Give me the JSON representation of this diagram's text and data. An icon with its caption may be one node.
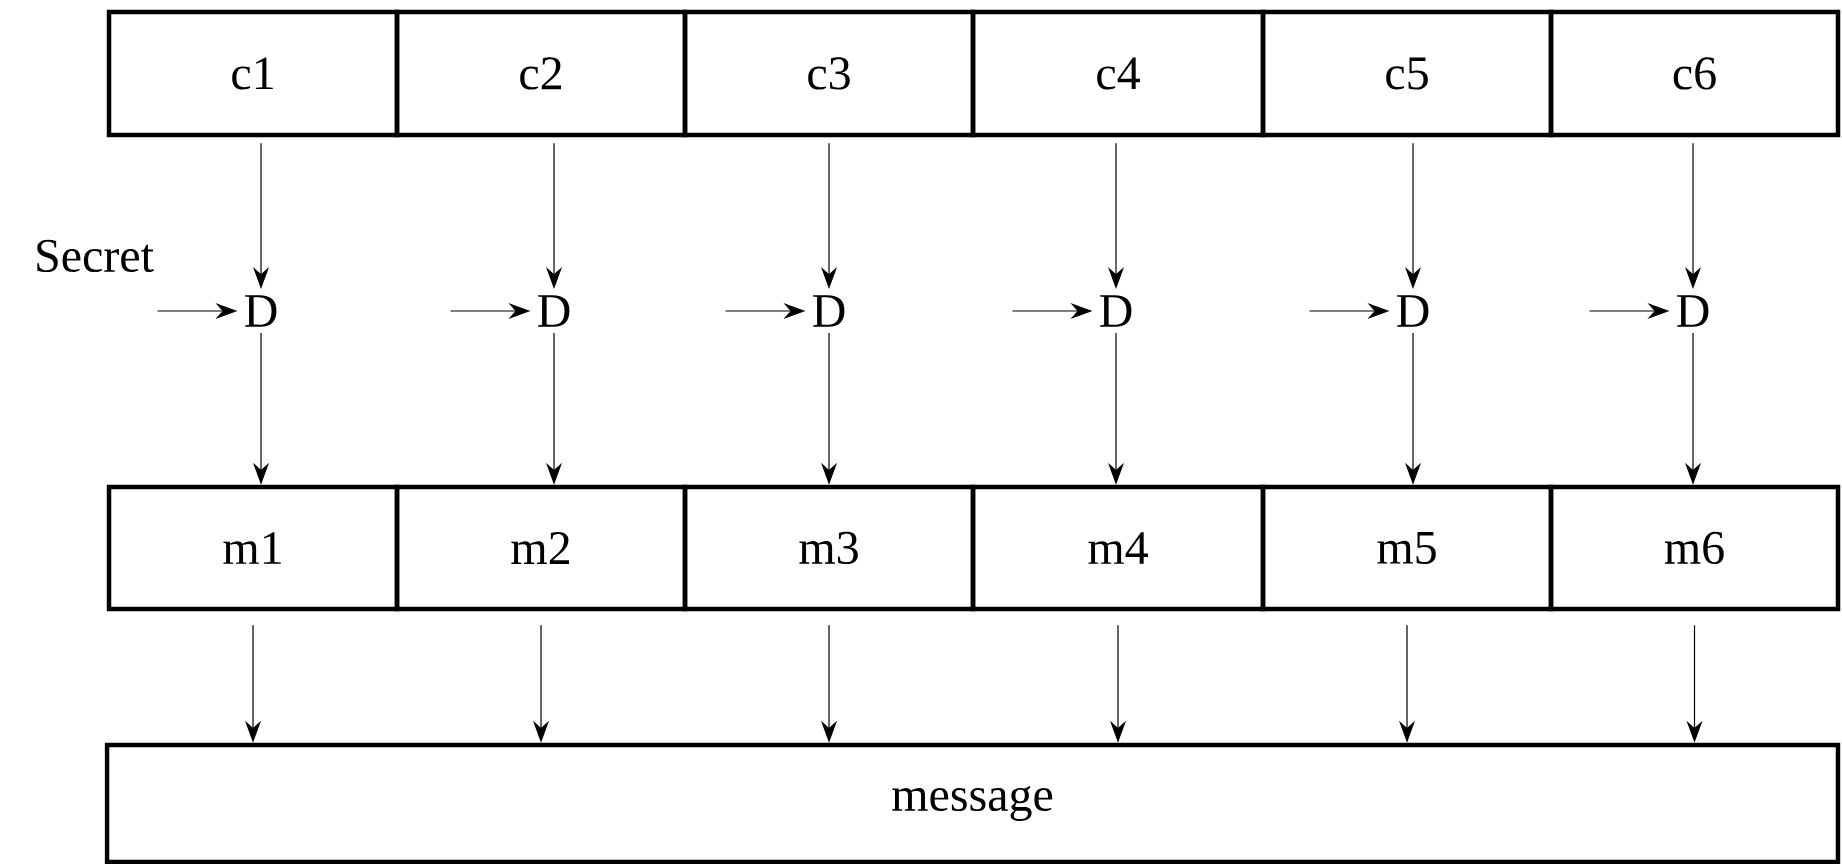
{
  "diagram": {
    "nodes": [
      {
        "text": [
          "c1"
        ]
      },
      {
        "text": [
          "c2"
        ]
      },
      {
        "text": [
          "c3"
        ]
      },
      {
        "text": [
          "c4"
        ]
      },
      {
        "text": [
          "c5"
        ]
      },
      {
        "text": [
          "c6"
        ]
      },
      {
        "text": [
          "D"
        ]
      },
      {
        "text": [
          "D"
        ]
      },
      {
        "text": [
          "D"
        ]
      },
      {
        "text": [
          "D"
        ]
      },
      {
        "text": [
          "D"
        ]
      },
      {
        "text": [
          "D"
        ]
      },
      {
        "text": [
          "m1"
        ]
      },
      {
        "text": [
          "m2"
        ]
      },
      {
        "text": [
          "m3"
        ]
      },
      {
        "text": [
          "m4"
        ]
      },
      {
        "text": [
          "m5"
        ]
      },
      {
        "text": [
          "m6"
        ]
      },
      {
        "text": [
          "message"
        ]
      }
    ],
    "edges": [
      {
        "from": 0,
        "to": 6,
        "arrow": "to"
      },
      {
        "from": 1,
        "to": 7,
        "arrow": "to"
      },
      {
        "from": 2,
        "to": 8,
        "arrow": "to"
      },
      {
        "from": 3,
        "to": 9,
        "arrow": "to"
      },
      {
        "from": 4,
        "to": 10,
        "arrow": "to"
      },
      {
        "from": 5,
        "to": 11,
        "arrow": "to"
      },
      {
        "from": null,
        "to": 6,
        "arrow": "to"
      },
      {
        "from": null,
        "to": 7,
        "arrow": "to"
      },
      {
        "from": null,
        "to": 8,
        "arrow": "to"
      },
      {
        "from": null,
        "to": 9,
        "arrow": "to"
      },
      {
        "from": null,
        "to": 10,
        "arrow": "to"
      },
      {
        "from": null,
        "to": 11,
        "arrow": "to"
      },
      {
        "from": 6,
        "to": 12,
        "arrow": "to"
      },
      {
        "from": 7,
        "to": 13,
        "arrow": "to"
      },
      {
        "from": 8,
        "to": 14,
        "arrow": "to"
      },
      {
        "from": 9,
        "to": 15,
        "arrow": "to"
      },
      {
        "from": 10,
        "to": 16,
        "arrow": "to"
      },
      {
        "from": 11,
        "to": 17,
        "arrow": "to"
      },
      {
        "from": 12,
        "to": 18,
        "arrow": "to"
      },
      {
        "from": 13,
        "to": 18,
        "arrow": "to"
      },
      {
        "from": 14,
        "to": 18,
        "arrow": "to"
      },
      {
        "from": 15,
        "to": 18,
        "arrow": "to"
      },
      {
        "from": 16,
        "to": 18,
        "arrow": "to"
      },
      {
        "from": 17,
        "to": 18,
        "arrow": "to"
      }
    ],
    "labels": [
      "Secret"
    ]
  }
}
